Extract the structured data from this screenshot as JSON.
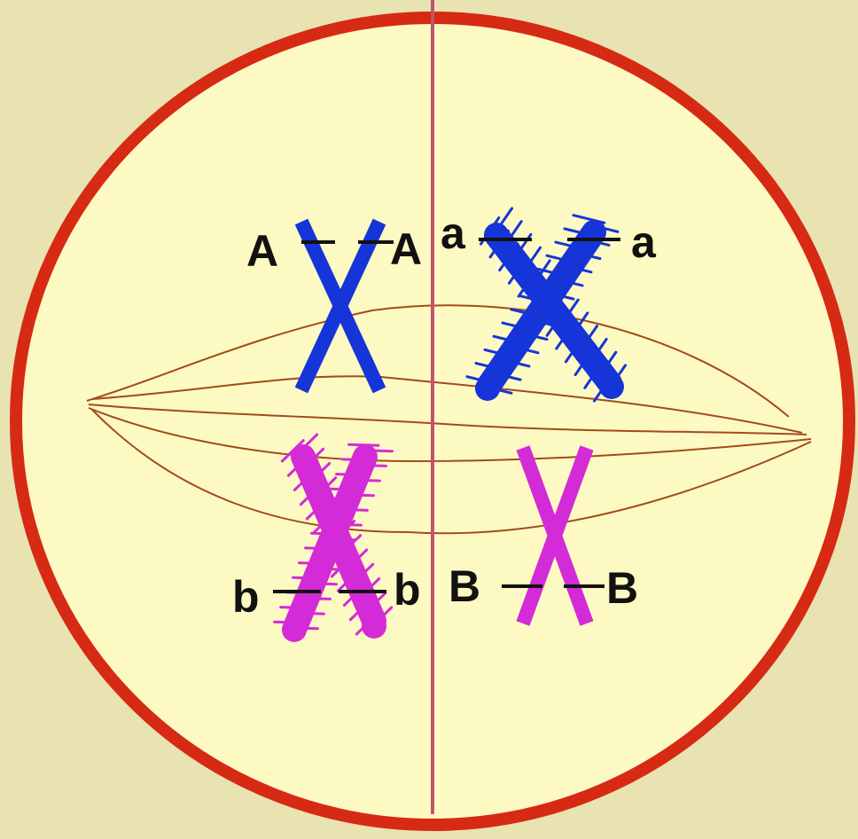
{
  "colors": {
    "background": "#e9e3b2",
    "cell_fill": "#fdf9c2",
    "cell_membrane": "#d62a14",
    "equator_line": "#c0546a",
    "spindle": "#a44a1c",
    "chromosome_A": "#1535d8",
    "chromosome_B": "#d42bd8",
    "label": "#111111"
  },
  "labels": {
    "A_left": "A",
    "A_right": "A",
    "a_left": "a",
    "a_right": "a",
    "b_left": "b",
    "b_right": "b",
    "B_left": "B",
    "B_right": "B"
  },
  "icons": {
    "chromosome_plain": "x-shaped-chromosome",
    "chromosome_hairy": "x-shaped-chromosome-with-fibers"
  }
}
